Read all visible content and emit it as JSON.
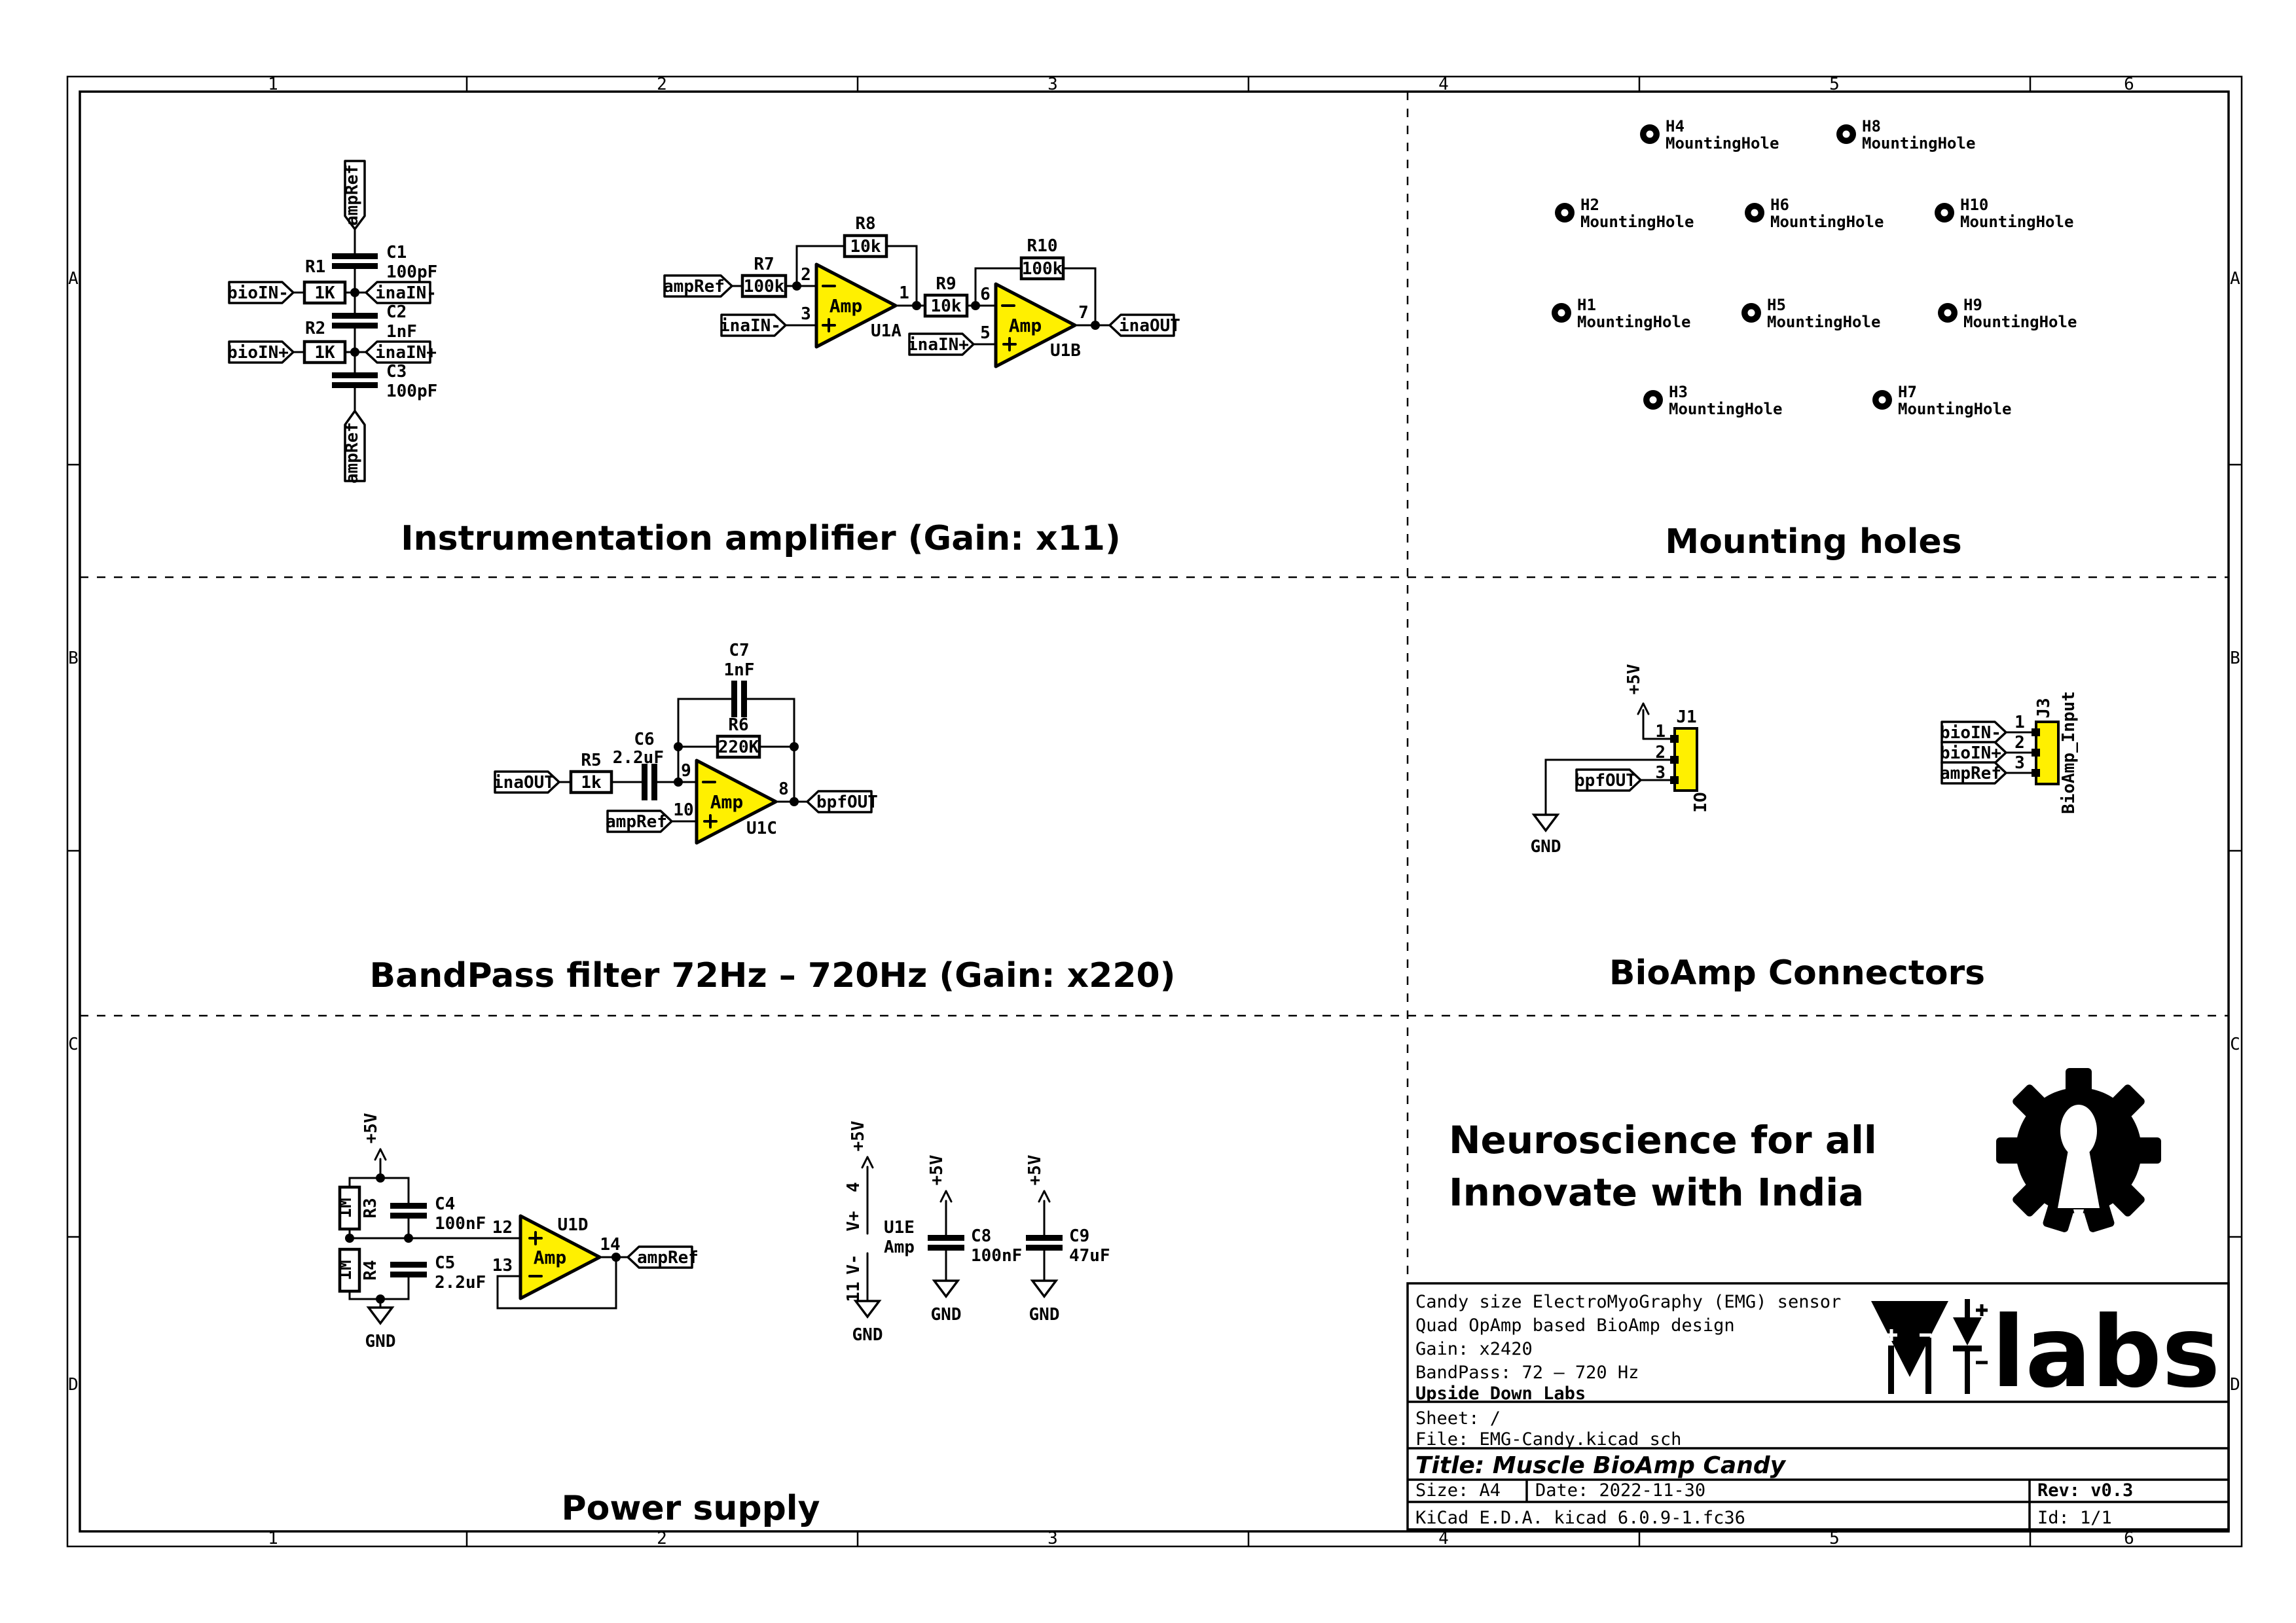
{
  "colors": {
    "component_fill": "#FFF000",
    "line": "#000000",
    "background": "#FFFFFF"
  },
  "frame": {
    "columns": [
      "1",
      "2",
      "3",
      "4",
      "5",
      "6"
    ],
    "rows": [
      "A",
      "B",
      "C",
      "D"
    ]
  },
  "nets": {
    "amp_ref": "ampRef",
    "bio_in_n": "bioIN-",
    "bio_in_p": "bioIN+",
    "ina_in_n": "inaIN-",
    "ina_in_p": "inaIN+",
    "ina_out": "inaOUT",
    "bpf_out": "bpfOUT",
    "p5v": "+5V",
    "gnd": "GND"
  },
  "sections": {
    "instrumentation": {
      "title": "Instrumentation amplifier (Gain: x11)"
    },
    "mounting": {
      "title": "Mounting holes",
      "holes": [
        {
          "ref": "H1",
          "value": "MountingHole"
        },
        {
          "ref": "H2",
          "value": "MountingHole"
        },
        {
          "ref": "H3",
          "value": "MountingHole"
        },
        {
          "ref": "H4",
          "value": "MountingHole"
        },
        {
          "ref": "H5",
          "value": "MountingHole"
        },
        {
          "ref": "H6",
          "value": "MountingHole"
        },
        {
          "ref": "H7",
          "value": "MountingHole"
        },
        {
          "ref": "H8",
          "value": "MountingHole"
        },
        {
          "ref": "H9",
          "value": "MountingHole"
        },
        {
          "ref": "H10",
          "value": "MountingHole"
        }
      ]
    },
    "bandpass": {
      "title": "BandPass filter 72Hz – 720Hz (Gain: x220)"
    },
    "connectors": {
      "title": "BioAmp Connectors"
    },
    "power": {
      "title": "Power supply"
    }
  },
  "components": {
    "r1": {
      "ref": "R1",
      "value": "1K"
    },
    "r2": {
      "ref": "R2",
      "value": "1K"
    },
    "r3": {
      "ref": "R3",
      "value": "1M"
    },
    "r4": {
      "ref": "R4",
      "value": "1M"
    },
    "r5": {
      "ref": "R5",
      "value": "1k"
    },
    "r6": {
      "ref": "R6",
      "value": "220K"
    },
    "r7": {
      "ref": "R7",
      "value": "100k"
    },
    "r8": {
      "ref": "R8",
      "value": "10k"
    },
    "r9": {
      "ref": "R9",
      "value": "10k"
    },
    "r10": {
      "ref": "R10",
      "value": "100k"
    },
    "c1": {
      "ref": "C1",
      "value": "100pF"
    },
    "c2": {
      "ref": "C2",
      "value": "1nF"
    },
    "c3": {
      "ref": "C3",
      "value": "100pF"
    },
    "c4": {
      "ref": "C4",
      "value": "100nF"
    },
    "c5": {
      "ref": "C5",
      "value": "2.2uF"
    },
    "c6": {
      "ref": "C6",
      "value": "2.2uF"
    },
    "c7": {
      "ref": "C7",
      "value": "1nF"
    },
    "c8": {
      "ref": "C8",
      "value": "100nF"
    },
    "c9": {
      "ref": "C9",
      "value": "47uF"
    },
    "u1a": {
      "ref": "U1A",
      "label": "Amp",
      "pin_inn": "2",
      "pin_inp": "3",
      "pin_out": "1"
    },
    "u1b": {
      "ref": "U1B",
      "label": "Amp",
      "pin_inn": "6",
      "pin_inp": "5",
      "pin_out": "7"
    },
    "u1c": {
      "ref": "U1C",
      "label": "Amp",
      "pin_inn": "9",
      "pin_inp": "10",
      "pin_out": "8"
    },
    "u1d": {
      "ref": "U1D",
      "label": "Amp",
      "pin_inp": "12",
      "pin_inn": "13",
      "pin_out": "14"
    },
    "u1e": {
      "ref": "U1E",
      "label": "Amp",
      "pin_vplus": "4",
      "vplus": "V+",
      "pin_vminus": "11",
      "vminus": "V-"
    },
    "j1": {
      "ref": "J1",
      "value": "IO",
      "pin1": "1",
      "pin2": "2",
      "pin3": "3"
    },
    "j3": {
      "ref": "J3",
      "value": "BioAmp_Input",
      "pin1": "1",
      "pin2": "2",
      "pin3": "3"
    }
  },
  "branding": {
    "line1": "Neuroscience for all",
    "line2": "Innovate with India",
    "logo_mu": "μ",
    "logo_text": "labs"
  },
  "title_block": {
    "comment1": "Candy size ElectroMyoGraphy (EMG) sensor",
    "comment2": "Quad OpAmp based BioAmp design",
    "comment3": "Gain: x2420",
    "comment4": "BandPass: 72 – 720 Hz",
    "company": "Upside Down Labs",
    "sheet": "Sheet: /",
    "file": "File: EMG-Candy.kicad_sch",
    "title": "Title: Muscle BioAmp Candy",
    "size": "Size: A4",
    "date": "Date: 2022-11-30",
    "rev": "Rev: v0.3",
    "tool": "KiCad E.D.A.  kicad 6.0.9-1.fc36",
    "id": "Id: 1/1"
  }
}
